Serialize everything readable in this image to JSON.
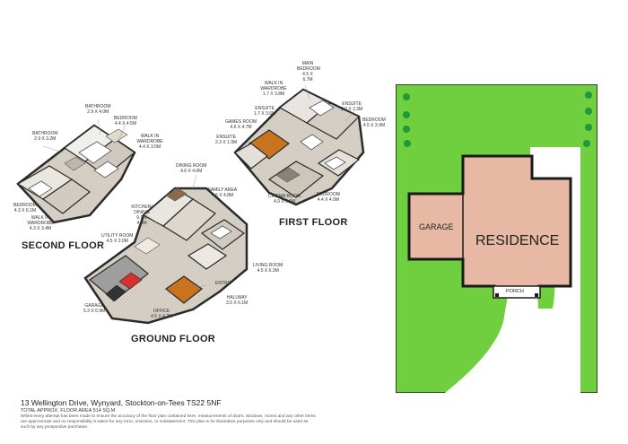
{
  "floors": {
    "second": "SECOND FLOOR",
    "first": "FIRST FLOOR",
    "ground": "GROUND FLOOR"
  },
  "rooms": {
    "bathroom_top": {
      "name": "BATHROOM",
      "dim": "2.9 x 4.0m"
    },
    "bedroom_2a": {
      "name": "BEDROOM",
      "dim": "4.4 x 4.5m"
    },
    "walkin_2a": {
      "name": "WALK IN WARDROBE",
      "dim": "4.4 x 3.5m"
    },
    "bathroom_left": {
      "name": "BATHROOM",
      "dim": "2.9 x 3.2m"
    },
    "bedroom_2b": {
      "name": "BEDROOM",
      "dim": "4.3 x 6.1m"
    },
    "walkin_2b": {
      "name": "WALK IN WARDROBE",
      "dim": "4.3 x 3.4m"
    },
    "main_bedroom": {
      "name": "MAIN BEDROOM",
      "dim": "4.5 x 6.7m"
    },
    "walkin_1": {
      "name": "WALK IN WARDROBE",
      "dim": "1.7 x 3.8m"
    },
    "ensuite_1a": {
      "name": "ENSUITE",
      "dim": "1.7 x 3.6m"
    },
    "ensuite_1b": {
      "name": "ENSUITE",
      "dim": "2.0 x 2.3m"
    },
    "bedroom_1a": {
      "name": "BEDROOM",
      "dim": "4.5 x 3.9m"
    },
    "games_room": {
      "name": "GAMES ROOM",
      "dim": "4.6 x 4.7m"
    },
    "ensuite_1c": {
      "name": "ENSUITE",
      "dim": "2.3 x 1.9m"
    },
    "cinema_room": {
      "name": "CINEMA ROOM",
      "dim": "4.9 x 5.9m"
    },
    "bedroom_1b": {
      "name": "BEDROOM",
      "dim": "4.4 x 4.0m"
    },
    "dining_room": {
      "name": "DINING ROOM",
      "dim": "4.6 x 4.0m"
    },
    "family_area": {
      "name": "FAMILY AREA",
      "dim": "4.5 x 4.8m"
    },
    "kitchen": {
      "name": "KITCHEN/ DINING",
      "dim": "9.1 x 4.6m"
    },
    "utility": {
      "name": "UTILITY ROOM",
      "dim": "4.5 x 2.0m"
    },
    "garage_g": {
      "name": "GARAGE",
      "dim": "5.3 x 6.9m"
    },
    "office": {
      "name": "OFFICE",
      "dim": "4.5 x 4.2m"
    },
    "entry": {
      "name": "ENTRY",
      "dim": ""
    },
    "hallway": {
      "name": "HALLWAY",
      "dim": "3.5 x 6.1m"
    },
    "living_room": {
      "name": "LIVING ROOM",
      "dim": "4.5 x 6.3m"
    }
  },
  "site": {
    "garage": "GARAGE",
    "residence": "RESIDENCE",
    "porch": "PORCH",
    "colors": {
      "lawn": "#6fcf3f",
      "tree": "#1f9a3a",
      "building": "#e7b8a3",
      "path": "#ffffff",
      "outline": "#1a1a1a"
    }
  },
  "footer": {
    "address": "13 Wellington Drive, Wynyard, Stockton-on-Tees TS22 5NF",
    "area": "TOTAL APPROX. FLOOR AREA 514 SQ.M",
    "disclaimer": "Whilst every attempt has been made to ensure the accuracy of the floor plan contained here, measurements of doors, windows, rooms and any other items are approximate and no responsibility is taken for any error, omission, or misstatement. This plan is for illustrative purposes only and should be used as such by any prospective purchaser."
  }
}
